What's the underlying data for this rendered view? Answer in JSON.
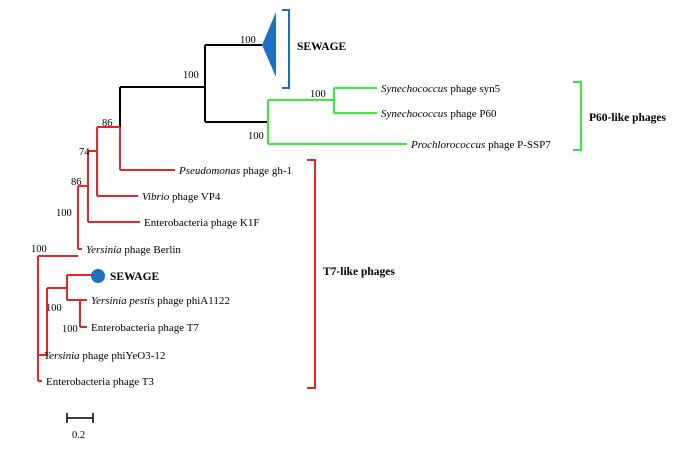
{
  "colors": {
    "black": "#000000",
    "green": "#33ee33",
    "red": "#e8252a",
    "blue": "#1d6fc2"
  },
  "tree": {
    "bootstraps": {
      "sewage_root": "100",
      "sewage_collapsed": "100",
      "p60_root": "100",
      "syn": "100",
      "t7_root": "86",
      "node74": "74",
      "node86b": "86",
      "node100a": "100",
      "node100b": "100",
      "node100c": "100",
      "node100d": "100"
    },
    "taxa": {
      "syn5": {
        "italic": "Synechococcus",
        "rest": " phage syn5"
      },
      "p60": {
        "italic": "Synechococcus",
        "rest": " phage P60"
      },
      "pssp7": {
        "italic": "Prochlorococcus",
        "rest": " phage P-SSP7"
      },
      "gh1": {
        "italic": "Pseudomonas",
        "rest": " phage gh-1"
      },
      "vp4": {
        "italic": "Vibrio",
        "rest": " phage VP4"
      },
      "k1f": {
        "italic": "",
        "rest": "Enterobacteria phage K1F"
      },
      "berlin": {
        "italic": "Yersinia",
        "rest": " phage Berlin"
      },
      "sewage_leaf": {
        "italic": "",
        "rest": "SEWAGE"
      },
      "phiA1122": {
        "italic": "Yersinia pestis",
        "rest": " phage phiA1122"
      },
      "t7": {
        "italic": "",
        "rest": "Enterobacteria phage T7"
      },
      "phiYeO3": {
        "italic": "Yersinia",
        "rest": " phage phiYeO3-12"
      },
      "t3": {
        "italic": "",
        "rest": "Enterobacteria phage T3"
      }
    },
    "groups": {
      "sewage": "SEWAGE",
      "p60_like": "P60-like phages",
      "t7_like": "T7-like phages"
    },
    "scale_bar": "0.2"
  }
}
